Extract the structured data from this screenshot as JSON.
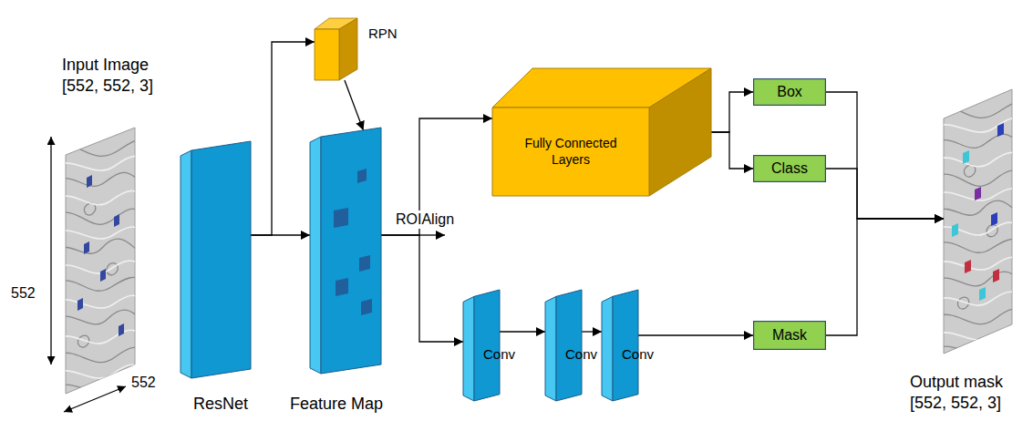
{
  "diagram": {
    "nodes": [
      {
        "text": [
          "Input Image [552, 552, 3]"
        ]
      },
      {
        "text": [
          "ResNet"
        ]
      },
      {
        "text": [
          "RPN"
        ]
      },
      {
        "text": [
          "Feature Map"
        ]
      },
      {
        "text": [
          "Fully Connected Layers"
        ]
      },
      {
        "text": [
          "Box"
        ]
      },
      {
        "text": [
          "Class"
        ]
      },
      {
        "text": [
          "Conv"
        ]
      },
      {
        "text": [
          "Conv"
        ]
      },
      {
        "text": [
          "Conv"
        ]
      },
      {
        "text": [
          "Mask"
        ]
      },
      {
        "text": [
          "Output mask [552, 552, 3]"
        ]
      }
    ],
    "edges": [
      {
        "from": 1,
        "to": 3,
        "arrow": "to"
      },
      {
        "from": 1,
        "to": 2,
        "arrow": "to"
      },
      {
        "from": 2,
        "to": 3,
        "arrow": "to"
      },
      {
        "from": 3,
        "to": 4,
        "label": "ROIAlign",
        "arrow": "to"
      },
      {
        "from": 3,
        "to": 7,
        "arrow": "to"
      },
      {
        "from": 4,
        "to": 5,
        "arrow": "to"
      },
      {
        "from": 4,
        "to": 6,
        "arrow": "to"
      },
      {
        "from": 7,
        "to": 8,
        "arrow": "to"
      },
      {
        "from": 8,
        "to": 9,
        "arrow": "to"
      },
      {
        "from": 9,
        "to": 10,
        "arrow": "to"
      },
      {
        "from": 5,
        "to": 11,
        "arrow": "to"
      },
      {
        "from": 6,
        "to": 11,
        "arrow": "to"
      },
      {
        "from": 10,
        "to": 11,
        "arrow": "to"
      }
    ],
    "labels": [
      "552",
      "552"
    ]
  }
}
